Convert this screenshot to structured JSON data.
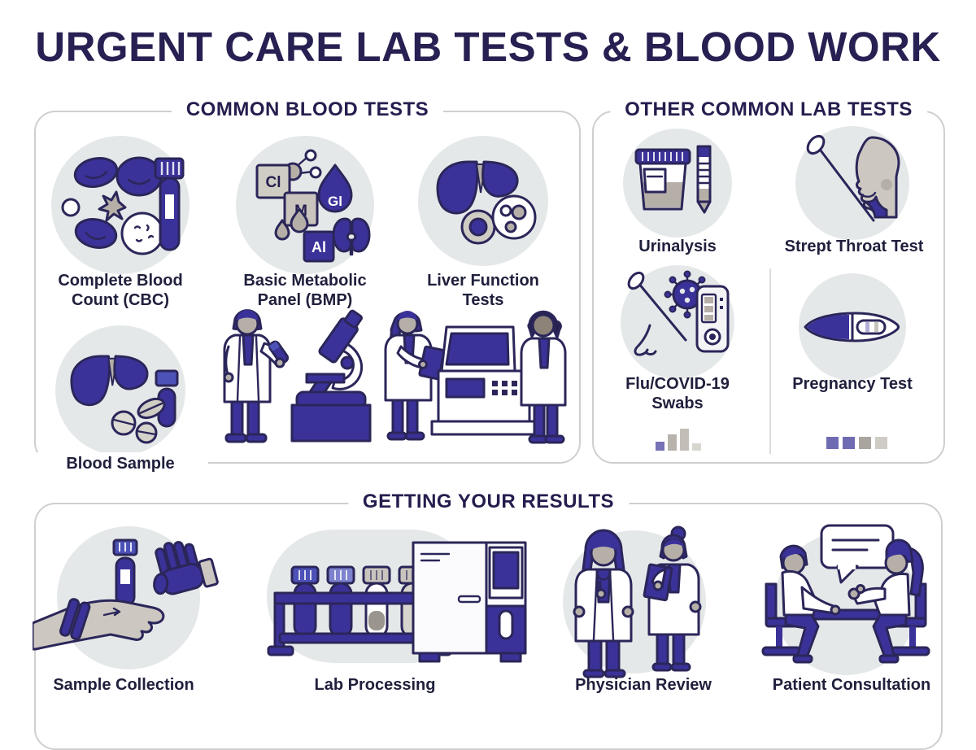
{
  "title": "URGENT CARE LAB TESTS & BLOOD WORK",
  "palette": {
    "navy_text": "#251d4e",
    "illustration_indigo": "#3b3299",
    "outline": "#2b2659",
    "circle_background": "#e5e8e9",
    "box_border": "#cfcfd0",
    "accent_gray": "#b5afa8",
    "bar_purple": "#7672b5"
  },
  "sections": {
    "common_blood_tests": {
      "title": "COMMON BLOOD TESTS",
      "items": [
        {
          "icon": "cbc-icon",
          "label": "Complete Blood Count (CBC)"
        },
        {
          "icon": "bmp-icon",
          "label": "Basic Metabolic Panel (BMP)"
        },
        {
          "icon": "liver-function-icon",
          "label": "Liver Function Tests"
        },
        {
          "icon": "blood-sample-icon",
          "label": "Blood Sample"
        }
      ],
      "icon_labels": {
        "cl": "Cl",
        "m": "M",
        "gl": "Gl",
        "al": "Al"
      }
    },
    "other_common_lab_tests": {
      "title": "OTHER COMMON LAB TESTS",
      "items": [
        {
          "icon": "urinalysis-icon",
          "label": "Urinalysis"
        },
        {
          "icon": "strep-throat-icon",
          "label": "Strept Throat Test"
        },
        {
          "icon": "flu-covid-swab-icon",
          "label": "Flu/COVID-19 Swabs"
        },
        {
          "icon": "pregnancy-test-icon",
          "label": "Pregnancy Test"
        }
      ]
    },
    "getting_your_results": {
      "title": "GETTING YOUR RESULTS",
      "items": [
        {
          "icon": "sample-collection-icon",
          "label": "Sample Collection"
        },
        {
          "icon": "lab-processing-icon",
          "label": "Lab Processing"
        },
        {
          "icon": "physician-review-icon",
          "label": "Physician Review"
        },
        {
          "icon": "patient-consultation-icon",
          "label": "Patient Consultation"
        }
      ]
    }
  }
}
